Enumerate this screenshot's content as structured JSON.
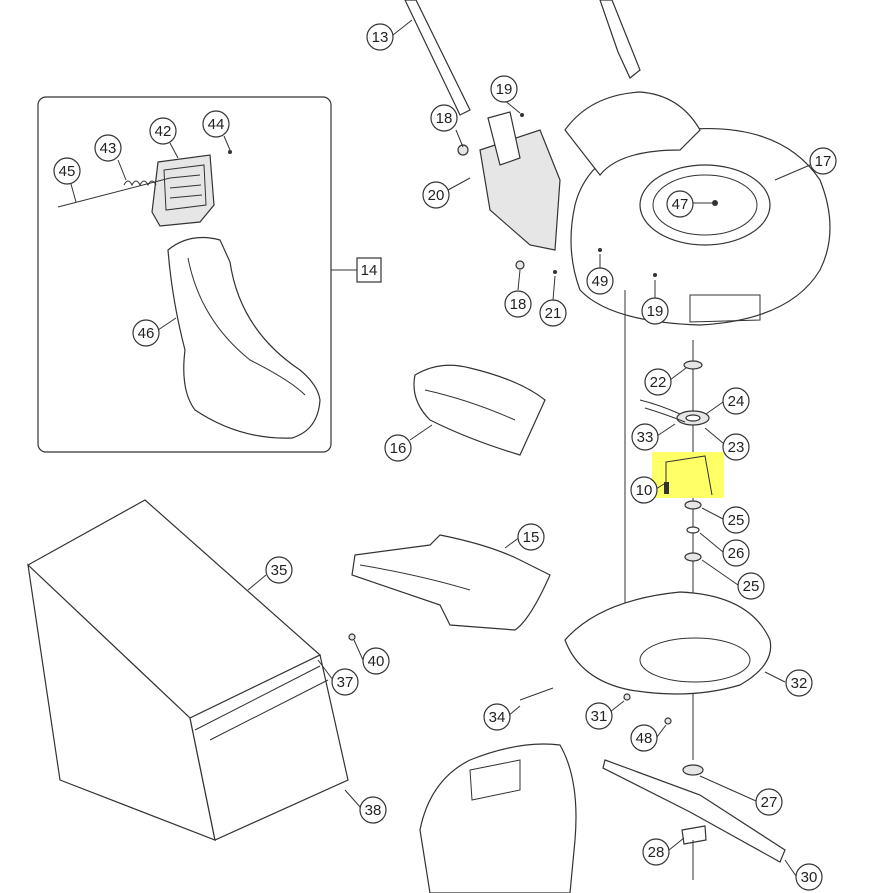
{
  "diagram": {
    "highlight_color": "#ffff66",
    "highlighted_part": "10",
    "inset_label": "14",
    "callouts": [
      "13",
      "19",
      "18",
      "20",
      "17",
      "47",
      "18",
      "21",
      "49",
      "19",
      "22",
      "24",
      "33",
      "23",
      "10",
      "25",
      "26",
      "25",
      "16",
      "15",
      "32",
      "31",
      "34",
      "48",
      "27",
      "28",
      "30",
      "35",
      "37",
      "40",
      "38",
      "42",
      "43",
      "44",
      "45",
      "46"
    ]
  }
}
